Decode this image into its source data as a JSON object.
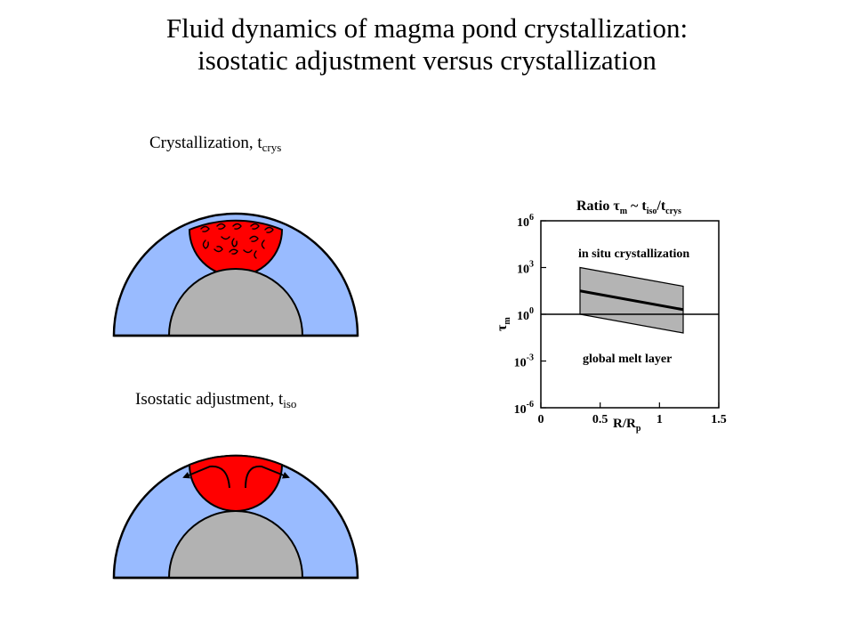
{
  "title": {
    "line1": "Fluid dynamics of magma pond crystallization:",
    "line2": "isostatic adjustment versus crystallization"
  },
  "crystallization_label": {
    "text": "Crystallization, t",
    "sub": "crys"
  },
  "isostatic_label": {
    "text": "Isostatic adjustment, t",
    "sub": "iso"
  },
  "colors": {
    "mantle": "#99bbff",
    "core": "#b2b2b2",
    "melt": "#ff0000",
    "band": "#b4b4b4"
  },
  "chart_data": {
    "type": "area",
    "title_parts": {
      "prefix": "Ratio ",
      "tau": "τ",
      "tau_sub": "m",
      "mid": " ~ t",
      "iso_sub": "iso",
      "slash": "/t",
      "crys_sub": "crys"
    },
    "xlabel": {
      "main": "R/R",
      "sub": "p"
    },
    "ylabel": {
      "main": "τ",
      "sub": "m"
    },
    "xlim": [
      0,
      1.5
    ],
    "ylim_log10": [
      -6,
      6
    ],
    "x_ticks": [
      "0",
      "0.5",
      "1",
      "1.5"
    ],
    "y_ticks": [
      {
        "base": "10",
        "exp": "-6"
      },
      {
        "base": "10",
        "exp": "-3"
      },
      {
        "base": "10",
        "exp": "0"
      },
      {
        "base": "10",
        "exp": "3"
      },
      {
        "base": "10",
        "exp": "6"
      }
    ],
    "annotations": {
      "upper": "in situ crystallization",
      "lower": "global melt layer"
    },
    "reference_line_log10": 0,
    "series": [
      {
        "x": [
          0.33,
          1.2
        ],
        "log10_y": [
          1.5,
          0.3
        ]
      }
    ],
    "band": {
      "x": [
        0.33,
        1.2
      ],
      "upper_log10": [
        3.0,
        1.8
      ],
      "lower_log10": [
        0.0,
        -1.2
      ]
    }
  }
}
